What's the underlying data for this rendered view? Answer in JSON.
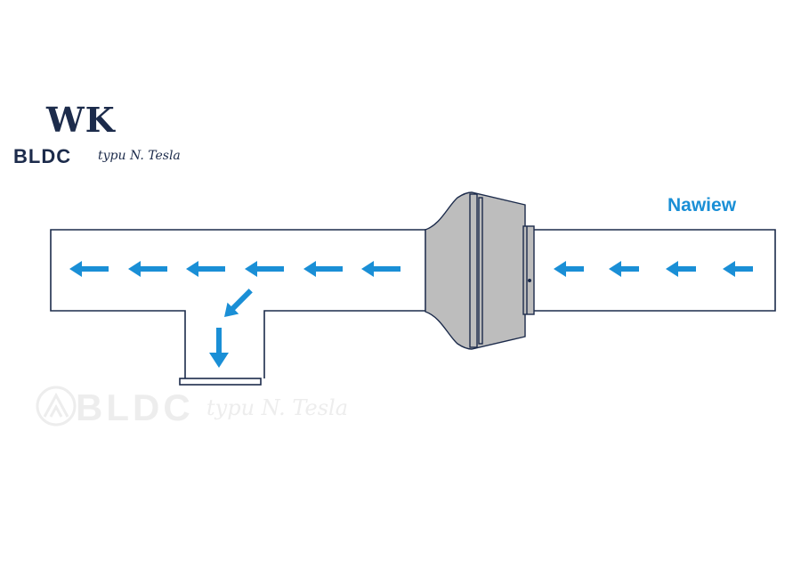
{
  "brand": {
    "model": "WK",
    "name": "BLDC",
    "tagline": "typu N. Tesla"
  },
  "flow": {
    "label": "Nawiew",
    "arrow_color": "#1a8fd6"
  },
  "watermark": {
    "name": "BLDC",
    "tagline": "typu N. Tesla",
    "icon": "mountain-logo-icon"
  },
  "colors": {
    "duct_stroke": "#1c2b4b",
    "fan_body": "#bdbdbd",
    "text_dark": "#1c2b4b",
    "watermark": "#ededed"
  }
}
